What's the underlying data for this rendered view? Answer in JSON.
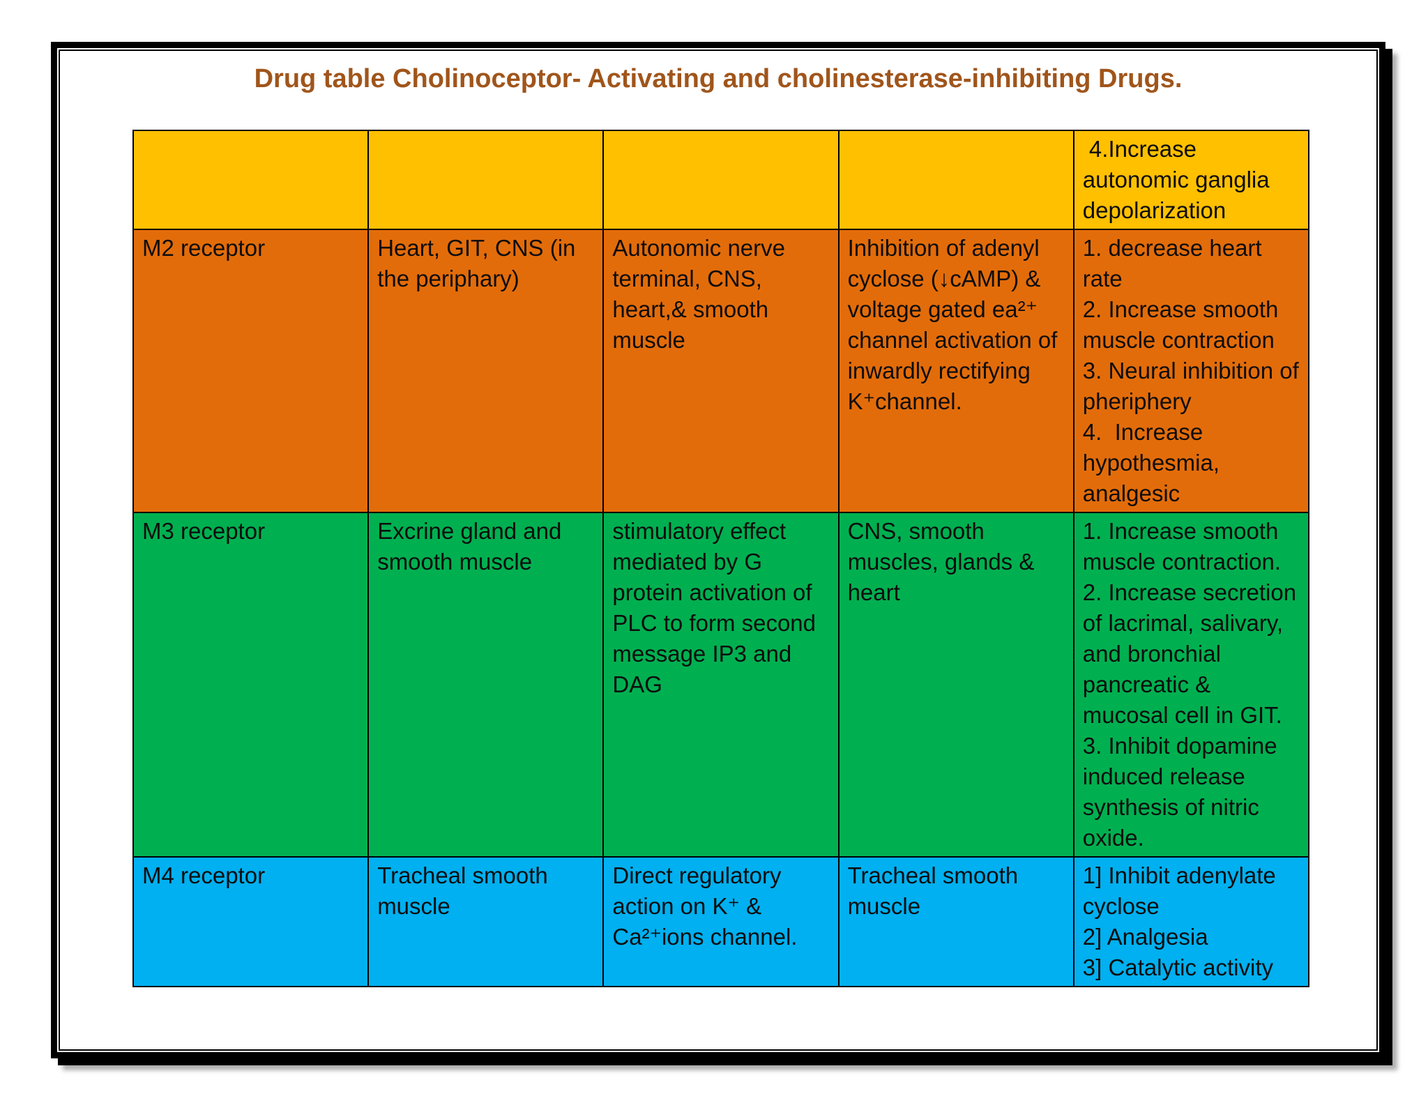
{
  "title": {
    "text": "Drug table Cholinoceptor- Activating and cholinesterase-inhibiting Drugs.",
    "color": "#a0551b"
  },
  "frame": {
    "border_color": "#000000"
  },
  "table": {
    "rows": [
      {
        "label": "header-continuation-row",
        "color": "#FFC000",
        "cells": [
          "",
          "",
          "",
          "",
          " 4.Increase autonomic ganglia depolarization"
        ]
      },
      {
        "label": "m2-receptor-row",
        "color": "#E36C0A",
        "cells": [
          "M2 receptor",
          "Heart, GIT, CNS (in the periphary)",
          "Autonomic nerve terminal, CNS, heart,& smooth muscle",
          "Inhibition of adenyl cyclose (↓cAMP) & voltage gated ea²⁺ channel activation of inwardly rectifying K⁺channel.",
          "1. decrease heart rate\n2. Increase smooth muscle contraction\n3. Neural inhibition of pheriphery\n4.  Increase hypothesmia, analgesic"
        ]
      },
      {
        "label": "m3-receptor-row",
        "color": "#00B050",
        "cells": [
          "M3 receptor",
          "Excrine gland and smooth muscle",
          "stimulatory effect mediated by G protein activation of PLC to form second message IP3 and DAG",
          "CNS, smooth muscles, glands & heart",
          "1. Increase smooth muscle contraction.\n2. Increase secretion of lacrimal, salivary, and bronchial pancreatic & mucosal cell in GIT.\n3. Inhibit dopamine induced release synthesis of nitric oxide."
        ]
      },
      {
        "label": "m4-receptor-row",
        "color": "#00B0F0",
        "cells": [
          "M4 receptor",
          "Tracheal smooth muscle",
          "Direct regulatory action on K⁺ & Ca²⁺ions channel.",
          "Tracheal smooth muscle",
          "1] Inhibit adenylate cyclose\n2] Analgesia\n3] Catalytic activity"
        ]
      }
    ]
  }
}
